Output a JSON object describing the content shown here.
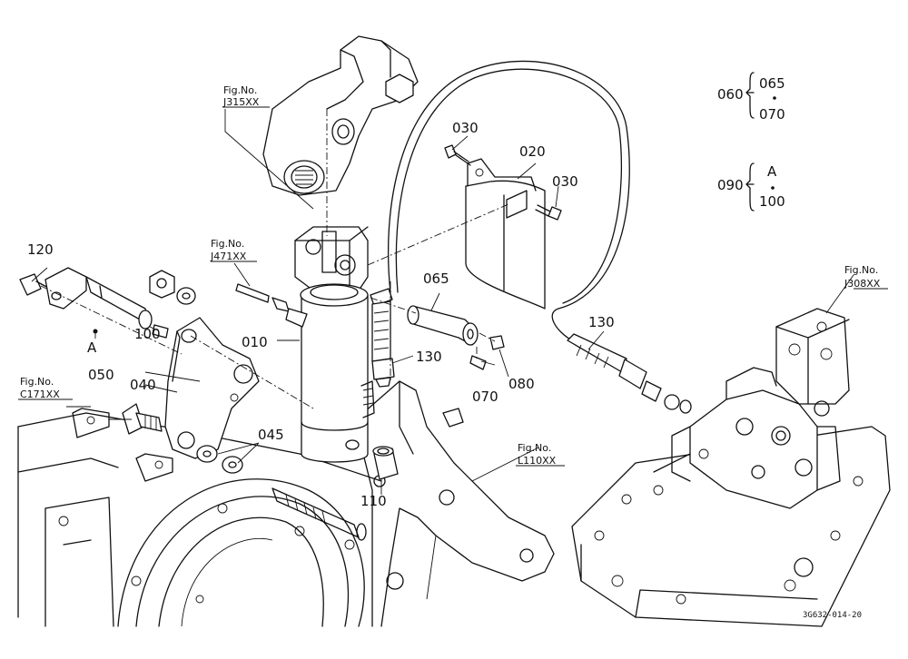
{
  "parts": {
    "p010": "010",
    "p020": "020",
    "p030a": "030",
    "p030b": "030",
    "p040": "040",
    "p045": "045",
    "p050": "050",
    "p060": "060",
    "p065": "065",
    "p065b": "065",
    "p070": "070",
    "p070b": "070",
    "p080": "080",
    "p090": "090",
    "p100": "100",
    "p100b": "100",
    "p110": "110",
    "p120": "120",
    "p130a": "130",
    "p130b": "130",
    "markA": "A",
    "markA2": "A"
  },
  "figrefs": {
    "j315": {
      "line1": "Fig.No.",
      "line2": "J315XX"
    },
    "j471": {
      "line1": "Fig.No.",
      "line2": "J471XX"
    },
    "c171": {
      "line1": "Fig.No.",
      "line2": "C171XX"
    },
    "l110": {
      "line1": "Fig.No.",
      "line2": "L110XX"
    },
    "j308": {
      "line1": "Fig.No.",
      "line2": "J308XX"
    }
  },
  "drawing_code": "3G632-014-20"
}
